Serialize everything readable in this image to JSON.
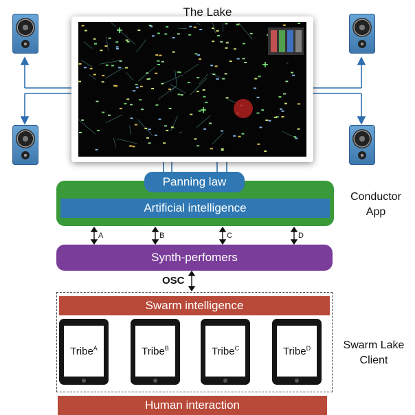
{
  "lake": {
    "title": "The Lake"
  },
  "conductor": {
    "panning_law": "Panning law",
    "artificial_intelligence": "Artificial intelligence",
    "app_label_line1": "Conductor",
    "app_label_line2": "App",
    "channels": [
      "A",
      "B",
      "C",
      "D"
    ]
  },
  "synth": {
    "label": "Synth-perfomers"
  },
  "osc": {
    "label": "OSC"
  },
  "client": {
    "swarm_intelligence": "Swarm intelligence",
    "tribes": [
      {
        "name": "Tribe",
        "sup": "A"
      },
      {
        "name": "Tribe",
        "sup": "B"
      },
      {
        "name": "Tribe",
        "sup": "C"
      },
      {
        "name": "Tribe",
        "sup": "D"
      }
    ],
    "client_label_line1": "Swarm Lake",
    "client_label_line2": "Client",
    "human_interaction": "Human interaction"
  },
  "colors": {
    "green": "#3a9a3a",
    "blue": "#2f78b3",
    "purple": "#7a3d9a",
    "red": "#b94a3a",
    "speaker": "#4f8fc8"
  }
}
